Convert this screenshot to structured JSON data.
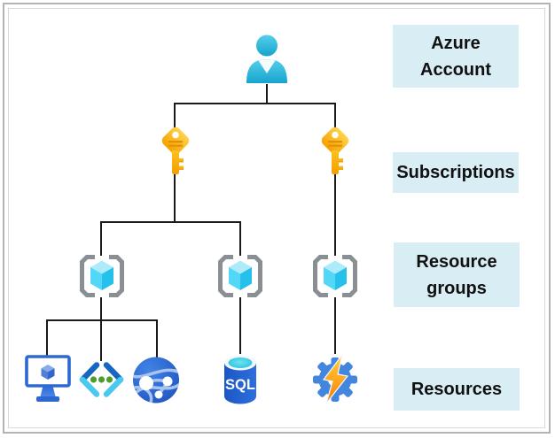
{
  "window": {
    "background": "#ffffff",
    "frame_border_color": "#b3b3b3",
    "inner_frame_color": "#d9d9d9"
  },
  "legend": {
    "box_color": "#d9edf5",
    "text_color": "#111111",
    "items": [
      {
        "id": "azure-account",
        "lines": [
          "Azure",
          "Account"
        ]
      },
      {
        "id": "subscriptions",
        "lines": [
          "Subscriptions"
        ]
      },
      {
        "id": "resource-groups",
        "lines": [
          "Resource",
          "groups"
        ]
      },
      {
        "id": "resources",
        "lines": [
          "Resources"
        ]
      }
    ]
  },
  "diagram": {
    "connector_color": "#1a1a1a",
    "levels": [
      {
        "name": "Azure Account",
        "nodes": [
          {
            "icon": "person-icon"
          }
        ]
      },
      {
        "name": "Subscriptions",
        "nodes": [
          {
            "icon": "key-icon"
          },
          {
            "icon": "key-icon"
          }
        ]
      },
      {
        "name": "Resource groups",
        "nodes": [
          {
            "icon": "resource-group-icon"
          },
          {
            "icon": "resource-group-icon"
          },
          {
            "icon": "resource-group-icon"
          }
        ]
      },
      {
        "name": "Resources",
        "nodes": [
          {
            "icon": "virtual-machine-icon"
          },
          {
            "icon": "code-brackets-icon"
          },
          {
            "icon": "app-service-globe-icon"
          },
          {
            "icon": "sql-database-icon",
            "label": "SQL"
          },
          {
            "icon": "gear-lightning-icon"
          }
        ]
      }
    ],
    "sql_label": "SQL",
    "icon_colors": {
      "person_cyan": "#2fb9dd",
      "key_gold": "#f9a800",
      "bracket_gray": "#8a8f94",
      "cube_cyan": "#2fc3ec",
      "azure_blue": "#2d68d2",
      "code_green_dots": "#4f9c2e",
      "globe_blue": "#1c50bd",
      "sql_blue": "#1d5ecf",
      "gear_blue": "#4386de",
      "bolt_orange": "#f59116"
    }
  }
}
